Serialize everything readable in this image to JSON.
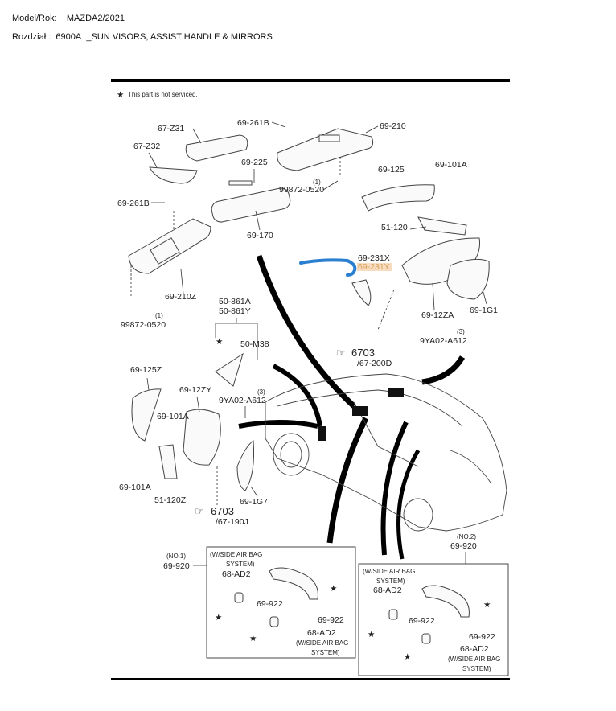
{
  "header": {
    "model_label": "Model/Rok:",
    "model_value": "MAZDA2/2021",
    "section_label": "Rozdział :",
    "section_code": "6900A",
    "section_name": "_SUN VISORS, ASSIST HANDLE & MIRRORS"
  },
  "note": "This part is not serviced.",
  "labels": [
    "69-261B",
    "67-Z31",
    "69-210",
    "67-Z32",
    "69-225",
    "(1)",
    "99872-0520",
    "69-125",
    "69-101A",
    "69-261B",
    "69-170",
    "51-120",
    "69-231X",
    "69-231Y",
    "69-210Z",
    "69-12ZA",
    "69-1G1",
    "50-861A",
    "50-861Y",
    "(1)",
    "99872-0520",
    "(3)",
    "9YA02-A612",
    "50-M38",
    "6703",
    "/67-200D",
    "69-125Z",
    "69-12ZY",
    "(3)",
    "9YA02-A612",
    "69-101A",
    "69-101A",
    "51-120Z",
    "69-1G7",
    "6703",
    "/67-190J"
  ],
  "handle1": {
    "no": "(NO.1)",
    "part": "69-920",
    "airbag1": "(W/SIDE AIR BAG",
    "airbag2": "SYSTEM)",
    "clip": "68-AD2",
    "cap": "69-922",
    "cap2": "69-922",
    "clip2": "68-AD2",
    "airbag3": "(W/SIDE AIR BAG",
    "airbag4": "SYSTEM)"
  },
  "handle2": {
    "no": "(NO.2)",
    "part": "69-920",
    "airbag1": "(W/SIDE AIR BAG",
    "airbag2": "SYSTEM)",
    "clip": "68-AD2",
    "cap": "69-922",
    "cap2": "69-922",
    "clip2": "68-AD2",
    "airbag3": "(W/SIDE AIR BAG",
    "airbag4": "SYSTEM)"
  },
  "colors": {
    "highlight": "#f7dcc0",
    "highlight_text": "#d9a15a",
    "annotation": "#2a7fd0"
  }
}
